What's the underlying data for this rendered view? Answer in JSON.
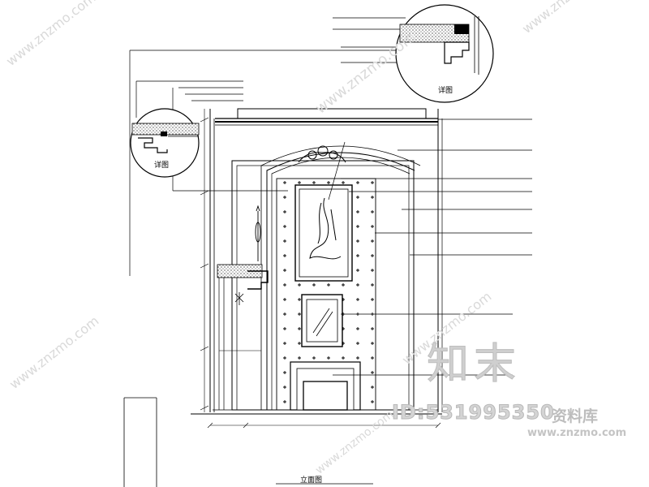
{
  "watermark": {
    "site": "www.znzmo.com",
    "brand_glyphs": "知末",
    "id_text": "ID:531995350",
    "library_text": "资料库",
    "url_text": "www.znzmo.com"
  },
  "details": {
    "top_detail_label": "详图",
    "left_detail_label": "详图"
  },
  "drawing": {
    "title": "立面图"
  },
  "colors": {
    "line": "#000000",
    "watermark": "#d0d0d0",
    "background": "#ffffff"
  }
}
